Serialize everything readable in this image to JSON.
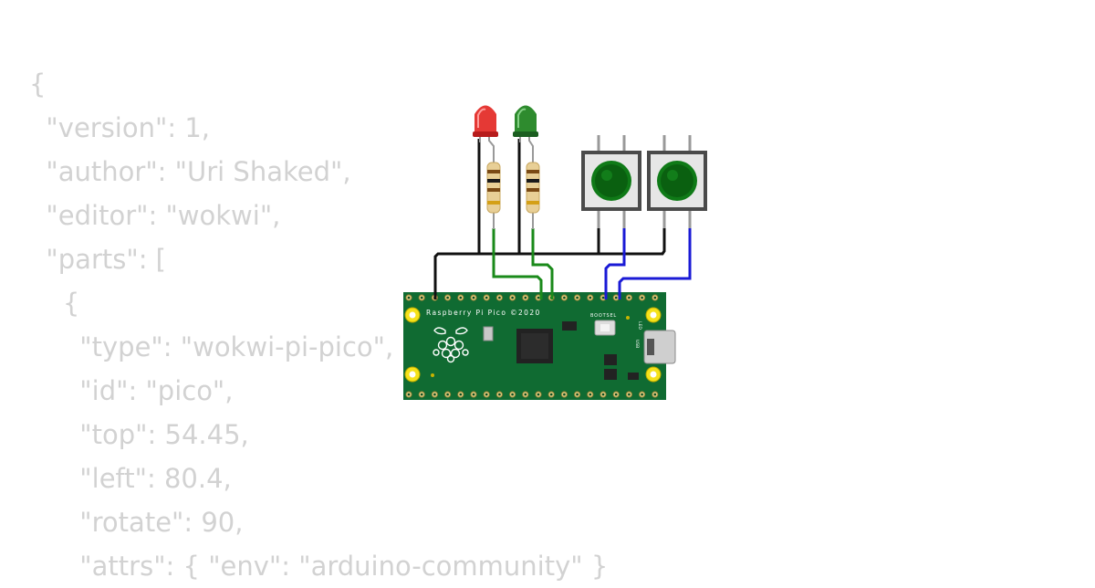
{
  "background_code": [
    "{",
    "  \"version\": 1,",
    "  \"author\": \"Uri Shaked\",",
    "  \"editor\": \"wokwi\",",
    "  \"parts\": [",
    "    {",
    "      \"type\": \"wokwi-pi-pico\",",
    "      \"id\": \"pico\",",
    "      \"top\": 54.45,",
    "      \"left\": 80.4,",
    "      \"rotate\": 90,",
    "      \"attrs\": { \"env\": \"arduino-community\" }"
  ],
  "board": {
    "silkscreen": "Raspberry Pi Pico ©2020",
    "bootsel_label": "BOOTSEL",
    "led_label": "LED",
    "usb_label": "USB",
    "color": "#106b32"
  },
  "components": {
    "led_red_color": "#e53935",
    "led_green_color": "#2e8b2e",
    "button_cap_color": "#0f7a17"
  },
  "colors": {
    "wire_black": "#111111",
    "wire_green": "#1a8a1a",
    "wire_blue": "#1a1ad6",
    "code_text": "#d2d2d2"
  }
}
